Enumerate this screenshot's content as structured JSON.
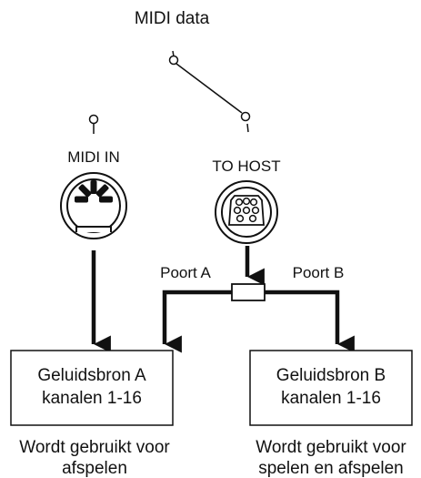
{
  "labels": {
    "midi_data": "MIDI data",
    "midi_in": "MIDI IN",
    "to_host": "TO HOST",
    "port_a": "Poort A",
    "port_b": "Poort B"
  },
  "box_a": {
    "line1": "Geluidsbron A",
    "line2": "kanalen 1-16"
  },
  "box_b": {
    "line1": "Geluidsbron B",
    "line2": "kanalen 1-16"
  },
  "caption_a": {
    "line1": "Wordt gebruikt voor",
    "line2": "afspelen"
  },
  "caption_b": {
    "line1": "Wordt gebruikt voor",
    "line2": "spelen en afspelen"
  },
  "icons": {
    "midi_in_connector": "din-5-pin-connector-icon",
    "to_host_connector": "mini-din-8-pin-connector-icon",
    "switch": "selector-switch-icon"
  },
  "colors": {
    "line": "#111111",
    "background": "#ffffff"
  }
}
